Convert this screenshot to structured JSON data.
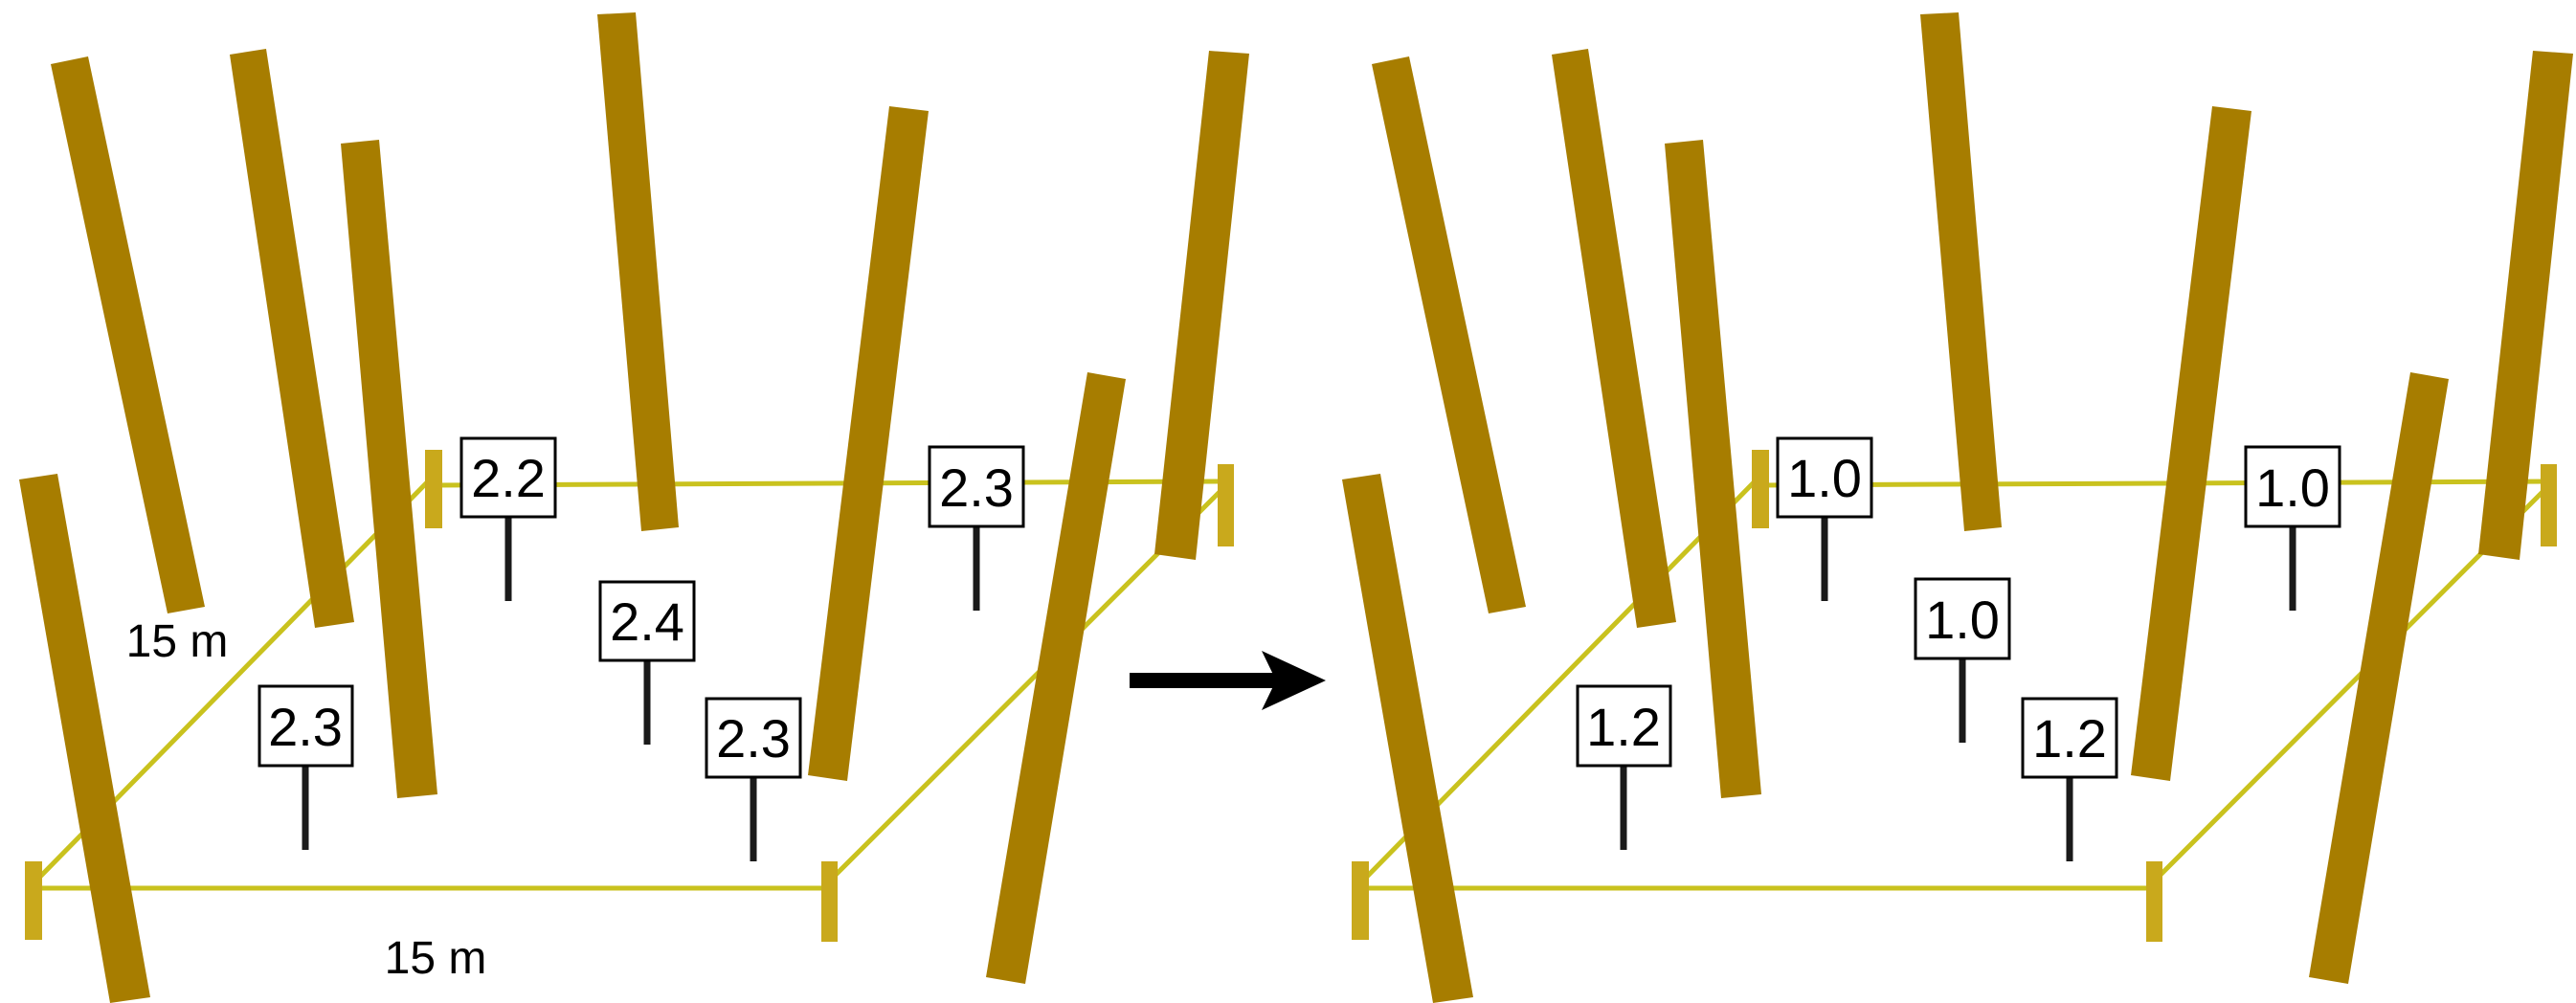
{
  "dimensions": {
    "side_a": "15 m",
    "side_b": "15 m"
  },
  "colors": {
    "tree": "#a77d00",
    "plot_line": "#c9c21e",
    "marker": "#1a1a1a",
    "sign_border": "#000000",
    "arrow": "#000000"
  },
  "icons": {
    "transition": "right-arrow-icon"
  },
  "before": {
    "signs": [
      "2.2",
      "2.3",
      "2.4",
      "2.3",
      "2.3"
    ]
  },
  "after": {
    "signs": [
      "1.0",
      "1.0",
      "1.0",
      "1.2",
      "1.2"
    ]
  }
}
